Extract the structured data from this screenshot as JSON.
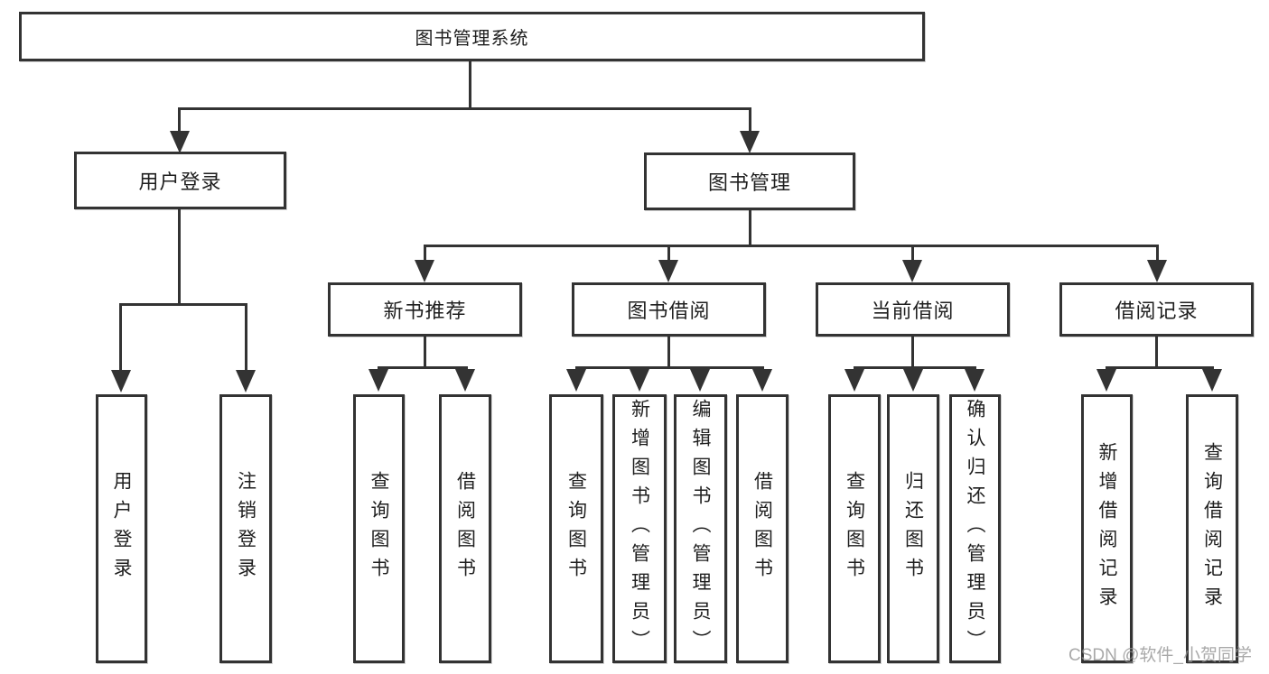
{
  "diagram": {
    "root": {
      "label": "图书管理系统"
    },
    "branches": [
      {
        "label": "用户登录",
        "children": [
          {
            "label": "用户登录"
          },
          {
            "label": "注销登录"
          }
        ]
      },
      {
        "label": "图书管理",
        "children": [
          {
            "label": "新书推荐",
            "children": [
              {
                "label": "查询图书"
              },
              {
                "label": "借阅图书"
              }
            ]
          },
          {
            "label": "图书借阅",
            "children": [
              {
                "label": "查询图书"
              },
              {
                "label": "新增图书（管理员）"
              },
              {
                "label": "编辑图书（管理员）"
              },
              {
                "label": "借阅图书"
              }
            ]
          },
          {
            "label": "当前借阅",
            "children": [
              {
                "label": "查询图书"
              },
              {
                "label": "归还图书"
              },
              {
                "label": "确认归还（管理员）"
              }
            ]
          },
          {
            "label": "借阅记录",
            "children": [
              {
                "label": "新增借阅记录"
              },
              {
                "label": "查询借阅记录"
              }
            ]
          }
        ]
      }
    ]
  },
  "watermark": "CSDN @软件_小贺同学",
  "colors": {
    "line": "#333333",
    "box_background": "#ffffff",
    "text": "#1f1f1f",
    "watermark": "#949494"
  }
}
